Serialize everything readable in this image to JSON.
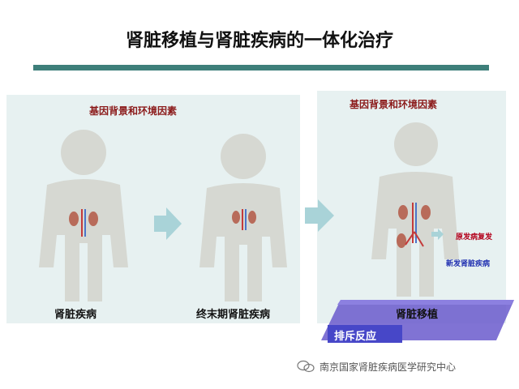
{
  "title": "肾脏移植与肾脏疾病的一体化治疗",
  "left_panel": {
    "heading": "基因背景和环境因素",
    "figures": [
      {
        "label": "肾脏疾病"
      },
      {
        "label": "终末期肾脏疾病"
      }
    ]
  },
  "right_panel": {
    "heading": "基因背景和环境因素",
    "annotations": {
      "recurrence": "原发病复发",
      "new_onset": "新发肾脏疾病"
    },
    "platform_label": "肾脏移植",
    "rejection_label": "排斥反应"
  },
  "watermark": "南京国家肾脏疾病医学研究中心",
  "colors": {
    "title_rule": "#3e7f7a",
    "panel_bg": "#e7f1f1",
    "figure": "#d6d8d2",
    "arrow": "#a9d3d8",
    "heading": "#8b1a1a",
    "recurrence_text": "#b3001b",
    "new_onset_text": "#1f2fb0",
    "platform": "#6a5acd",
    "rejection_bg": "#4747c8"
  }
}
